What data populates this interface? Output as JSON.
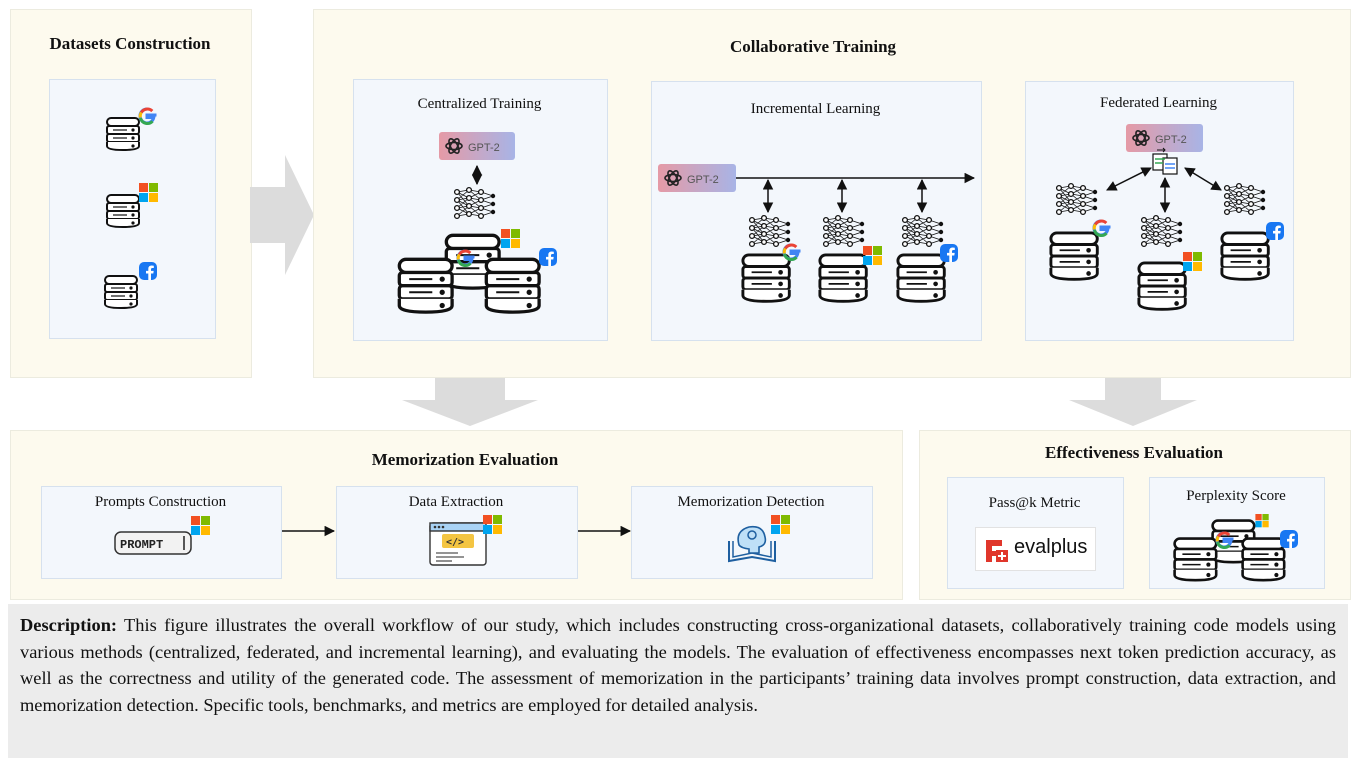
{
  "sections": {
    "datasets": {
      "title": "Datasets Construction"
    },
    "collab": {
      "title": "Collaborative Training"
    },
    "memorization": {
      "title": "Memorization Evaluation"
    },
    "effectiveness": {
      "title": "Effectiveness Evaluation"
    }
  },
  "boxes": {
    "centralized": "Centralized Training",
    "incremental": "Incremental Learning",
    "federated": "Federated Learning",
    "prompts": "Prompts Construction",
    "extraction": "Data Extraction",
    "detection": "Memorization Detection",
    "passk": "Pass@k Metric",
    "perplexity": "Perplexity Score"
  },
  "labels": {
    "gpt2": "GPT-2",
    "prompt": "PROMPT",
    "evalplus": "evalplus"
  },
  "description": {
    "label": "Description:",
    "text": "This figure illustrates the overall workflow of our study, which includes constructing cross-organizational datasets, collaboratively training code models using various methods (centralized, federated, and incremental learning), and evaluating the models. The evaluation of effectiveness encompasses next token prediction accuracy, as well as the correctness and utility of the generated code. The assessment of memorization in the participants’ training data involves prompt construction, data extraction, and memorization detection. Specific tools, benchmarks, and metrics are employed for detailed analysis."
  },
  "colors": {
    "outer_bg": "#fdfaee",
    "inner_bg": "#f3f7fc",
    "arrow_gray": "#dcdcdc",
    "google_blue": "#4285f4",
    "google_red": "#ea4335",
    "google_yellow": "#fbbc05",
    "google_green": "#34a853",
    "ms_red": "#f25022",
    "ms_green": "#7fba00",
    "ms_blue": "#00a4ef",
    "ms_yellow": "#ffb900",
    "facebook_blue": "#1877f2"
  }
}
